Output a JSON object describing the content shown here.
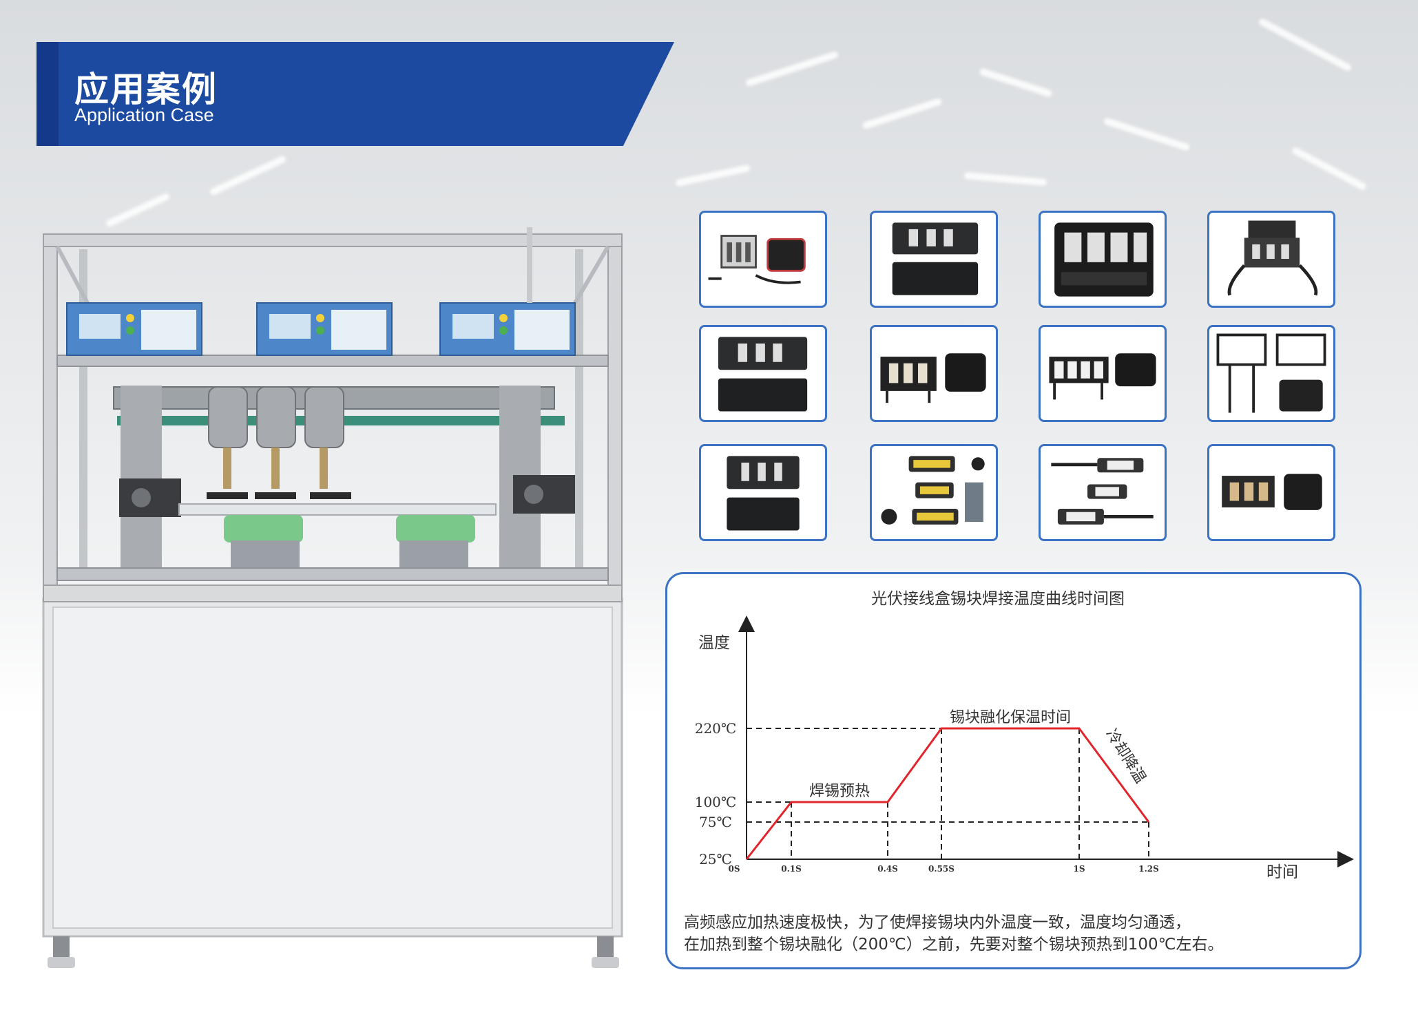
{
  "header": {
    "title": "应用案例",
    "subtitle": "Application Case"
  },
  "machine": {
    "controller_count": 3,
    "heads": 3
  },
  "gallery": {
    "items": [
      {
        "icon": "junction-box-open-with-cable-icon"
      },
      {
        "icon": "junction-box-dual-black-icon"
      },
      {
        "icon": "junction-box-four-terminal-icon"
      },
      {
        "icon": "junction-box-with-leads-icon"
      },
      {
        "icon": "junction-box-dual-black-icon"
      },
      {
        "icon": "junction-box-three-terminal-icon"
      },
      {
        "icon": "junction-box-four-terminal-white-icon"
      },
      {
        "icon": "junction-box-split-pair-icon"
      },
      {
        "icon": "junction-box-dual-black-icon"
      },
      {
        "icon": "split-junction-box-yellow-icon"
      },
      {
        "icon": "split-junction-box-white-icon"
      },
      {
        "icon": "junction-box-three-terminal-icon"
      }
    ]
  },
  "chart_data": {
    "type": "line",
    "title": "光伏接线盒锡块焊接温度曲线时间图",
    "xlabel": "时间",
    "ylabel": "温度",
    "x_ticks": [
      "0S",
      "0.1S",
      "0.4S",
      "0.55S",
      "1S",
      "1.2S"
    ],
    "y_ticks": [
      "25℃",
      "75℃",
      "100℃",
      "220℃"
    ],
    "series": [
      {
        "points": [
          {
            "x": "0S",
            "y": 25
          },
          {
            "x": "0.1S",
            "y": 100
          },
          {
            "x": "0.4S",
            "y": 100
          },
          {
            "x": "0.55S",
            "y": 220
          },
          {
            "x": "1S",
            "y": 220
          },
          {
            "x": "1.2S",
            "y": 75
          }
        ],
        "color": "#e0262b"
      }
    ],
    "annotations": [
      "焊锡预热",
      "锡块融化保温时间",
      "冷却降温"
    ],
    "grid": "dashed reference lines"
  },
  "caption": {
    "line1": "高频感应加热速度极快，为了使焊接锡块内外温度一致，温度均匀通透，",
    "line2": "在加热到整个锡块融化（200℃）之前，先要对整个锡块预热到100℃左右。"
  },
  "colors": {
    "banner": "#1c4aa0",
    "frame_border": "#3b72c4",
    "curve": "#e0262b"
  }
}
